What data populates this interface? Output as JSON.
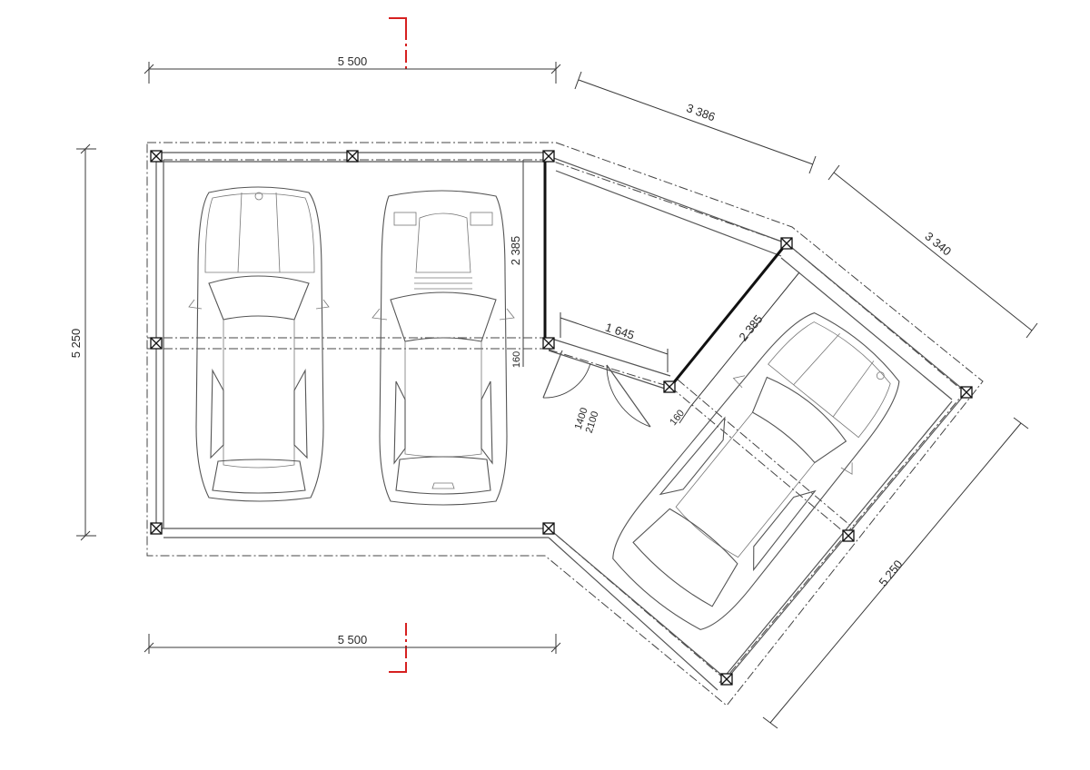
{
  "drawing": {
    "dimensions": {
      "top_width": "5 500",
      "bottom_width": "5 500",
      "left_height": "5 250",
      "bay_depth": "2 385",
      "wall_thickness_left": "160",
      "door_opening": "1 645",
      "angled_wing_top": "3 386",
      "angled_wing_depth": "3 340",
      "angled_bay_depth": "2 385",
      "wall_thickness_right": "160",
      "angled_length": "5 250",
      "door_height_a": "1400",
      "door_height_b": "2100"
    },
    "colors": {
      "section_marker": "#d62020",
      "lines": "#444444"
    }
  }
}
